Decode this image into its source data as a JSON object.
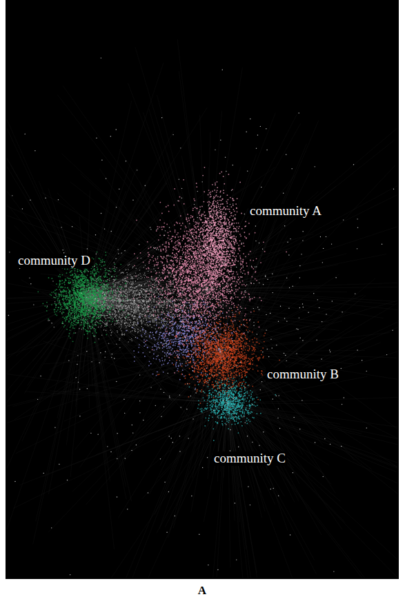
{
  "diagram": {
    "caption": "A",
    "labels": [
      "community A",
      "community D",
      "community B",
      "community C"
    ]
  }
}
